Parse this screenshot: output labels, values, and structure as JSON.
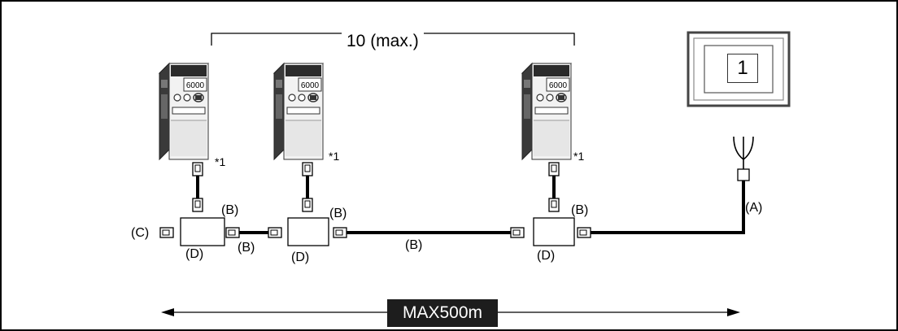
{
  "diagram": {
    "max_units_label": "10 (max.)",
    "distance_label": "MAX500m",
    "note_marker": "*1",
    "inverter_display": "6000",
    "screen_number": "1",
    "cables": {
      "a": "(A)",
      "b": "(B)",
      "c": "(C)",
      "d": "(D)"
    }
  }
}
